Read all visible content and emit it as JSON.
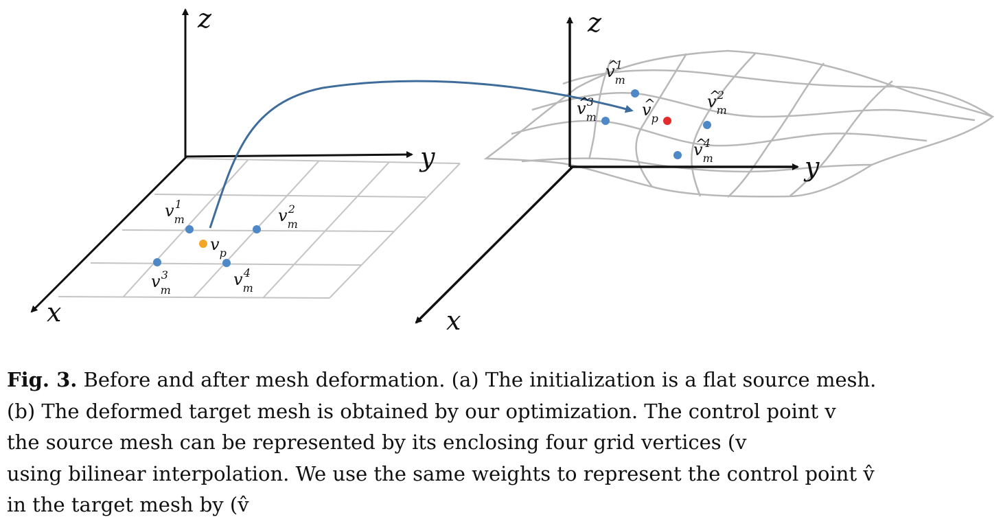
{
  "figure": {
    "source_axes": {
      "z": "z",
      "y": "y",
      "x": "x"
    },
    "target_axes": {
      "z": "z",
      "y": "y",
      "x": "x"
    },
    "source_points": {
      "v1": {
        "base": "v",
        "sub": "m",
        "sup": "1"
      },
      "v2": {
        "base": "v",
        "sub": "m",
        "sup": "2"
      },
      "v3": {
        "base": "v",
        "sub": "m",
        "sup": "3"
      },
      "v4": {
        "base": "v",
        "sub": "m",
        "sup": "4"
      },
      "vp": {
        "base": "v",
        "sub": "p"
      }
    },
    "target_points": {
      "v1": {
        "base": "v",
        "sub": "m",
        "sup": "1",
        "hat": "^"
      },
      "v2": {
        "base": "v",
        "sub": "m",
        "sup": "2",
        "hat": "^"
      },
      "v3": {
        "base": "v",
        "sub": "m",
        "sup": "3",
        "hat": "^"
      },
      "v4": {
        "base": "v",
        "sub": "m",
        "sup": "4",
        "hat": "^"
      },
      "vp": {
        "base": "v",
        "sub": "p",
        "hat": "^"
      }
    },
    "colors": {
      "grid": "#c4c4c4",
      "surface": "#b8b8b8",
      "vertex": "#4f88c6",
      "source_control": "#f3a623",
      "target_control": "#e22b2b",
      "arrow": "#3f6d9b",
      "axis": "#111111"
    }
  },
  "caption": {
    "label": "Fig. 3.",
    "lines": [
      " Before and after mesh deformation. (a) The initialization is a flat source mesh.",
      "(b) The deformed target mesh is obtained by our optimization. The control point v",
      "the source mesh can be represented by its enclosing four grid vertices (v",
      "using bilinear interpolation. We use the same weights to represent the control point v̂",
      "in the target mesh by (v̂"
    ]
  }
}
